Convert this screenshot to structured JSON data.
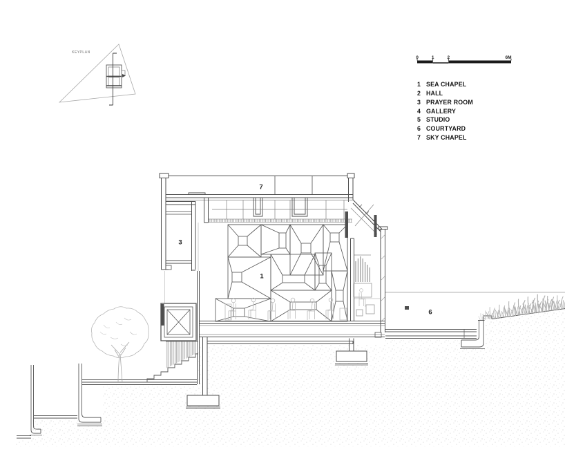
{
  "keyplan": {
    "label": "KEYPLAN"
  },
  "scalebar": {
    "ticks": [
      "0",
      "1",
      "2",
      "6M"
    ]
  },
  "legend": {
    "items": [
      {
        "num": "1",
        "label": "SEA CHAPEL"
      },
      {
        "num": "2",
        "label": "HALL"
      },
      {
        "num": "3",
        "label": "PRAYER ROOM"
      },
      {
        "num": "4",
        "label": "GALLERY"
      },
      {
        "num": "5",
        "label": "STUDIO"
      },
      {
        "num": "6",
        "label": "COURTYARD"
      },
      {
        "num": "7",
        "label": "SKY CHAPEL"
      }
    ]
  },
  "drawing": {
    "labels": {
      "sky_chapel": "7",
      "prayer_room": "3",
      "sea_chapel": "1",
      "courtyard": "6"
    }
  },
  "colors": {
    "line": "#4d4d4d",
    "entourage": "#b5b5b5",
    "stipple": "#cdcdcd",
    "text": "#1a1a1a"
  }
}
